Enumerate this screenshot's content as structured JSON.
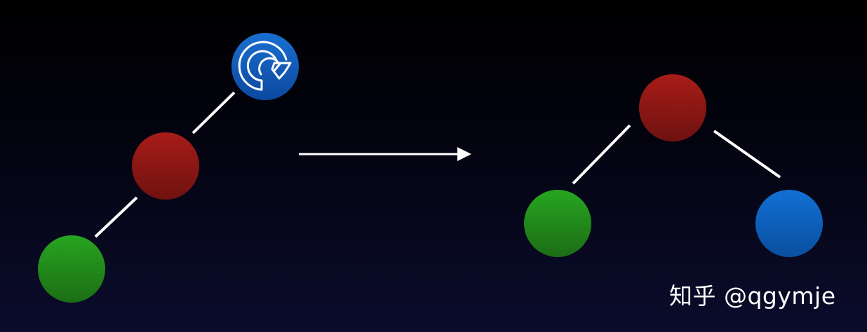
{
  "diagram": {
    "before": {
      "nodes": [
        {
          "id": "top",
          "color": "blue",
          "has_icon": true,
          "icon": "rotate-clockwise-icon"
        },
        {
          "id": "middle",
          "color": "red"
        },
        {
          "id": "bottom",
          "color": "green"
        }
      ]
    },
    "after": {
      "nodes": [
        {
          "id": "root",
          "color": "red"
        },
        {
          "id": "left-child",
          "color": "green"
        },
        {
          "id": "right-child",
          "color": "blue"
        }
      ]
    },
    "colors": {
      "background_top": "#000000",
      "background_bottom": "#0b0c2c",
      "red": "#961b17",
      "green": "#229a1c",
      "blue": "#0d63c0",
      "edge": "#ffffff"
    }
  },
  "watermark": {
    "text": "知乎 @qgymje"
  }
}
